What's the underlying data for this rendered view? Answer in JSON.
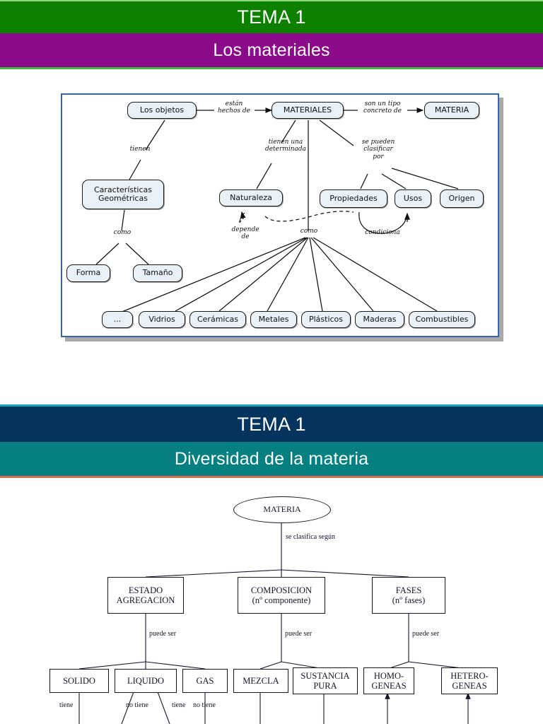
{
  "slide1": {
    "title": "TEMA 1",
    "subtitle": "Los materiales",
    "colors": {
      "title_band": "#0d8000",
      "subtitle_band": "#8b0b8b",
      "rule": "#3fb83f",
      "text": "#ffffff"
    },
    "concept_map": {
      "frame_color": "#3a64a8",
      "node_fill": "#e9f0f6",
      "nodes": [
        {
          "id": "objetos",
          "label": "Los objetos"
        },
        {
          "id": "materiales",
          "label": "MATERIALES"
        },
        {
          "id": "materia",
          "label": "MATERIA"
        },
        {
          "id": "caracteristicas",
          "label": "Características\nGeométricas"
        },
        {
          "id": "naturaleza",
          "label": "Naturaleza"
        },
        {
          "id": "propiedades",
          "label": "Propiedades"
        },
        {
          "id": "usos",
          "label": "Usos"
        },
        {
          "id": "origen",
          "label": "Origen"
        },
        {
          "id": "forma",
          "label": "Forma"
        },
        {
          "id": "tamano",
          "label": "Tamaño"
        },
        {
          "id": "puntos",
          "label": "..."
        },
        {
          "id": "vidrios",
          "label": "Vidrios"
        },
        {
          "id": "ceramicas",
          "label": "Cerámicas"
        },
        {
          "id": "metales",
          "label": "Metales"
        },
        {
          "id": "plasticos",
          "label": "Plásticos"
        },
        {
          "id": "maderas",
          "label": "Maderas"
        },
        {
          "id": "combustibles",
          "label": "Combustibles"
        }
      ],
      "link_labels": [
        {
          "id": "estan-hechos-de",
          "text": "están\nhechos de"
        },
        {
          "id": "son-un-tipo",
          "text": "son un tipo\nconcreto de"
        },
        {
          "id": "tienen",
          "text": "tienen"
        },
        {
          "id": "tienen-una",
          "text": "tienen una\ndeterminada"
        },
        {
          "id": "se-pueden",
          "text": "se pueden\nclasificar\npor"
        },
        {
          "id": "como-geom",
          "text": "como"
        },
        {
          "id": "depende-de",
          "text": "depende\nde"
        },
        {
          "id": "como-mat",
          "text": "como"
        },
        {
          "id": "condiciona",
          "text": "condiciona"
        }
      ]
    }
  },
  "slide2": {
    "title": "TEMA 1",
    "subtitle": "Diversidad de la materia",
    "colors": {
      "title_band": "#05355f",
      "subtitle_band": "#068080",
      "top_rule": "#1aa6b7",
      "bottom_rule": "#d9694f",
      "text": "#ffffff"
    },
    "tree": {
      "root": "MATERIA",
      "root_link": "se clasifica según",
      "branches": [
        {
          "id": "estado",
          "label": "ESTADO\nAGREGACION",
          "link": "puede ser"
        },
        {
          "id": "composicion",
          "label": "COMPOSICION\n(nº componente)",
          "link": "puede ser"
        },
        {
          "id": "fases",
          "label": "FASES\n(nº fases)",
          "link": "puede ser"
        }
      ],
      "leaves": [
        {
          "id": "solido",
          "label": "SOLIDO"
        },
        {
          "id": "liquido",
          "label": "LIQUIDO"
        },
        {
          "id": "gas",
          "label": "GAS"
        },
        {
          "id": "mezcla",
          "label": "MEZCLA"
        },
        {
          "id": "sustancia-pura",
          "label": "SUSTANCIA\nPURA"
        },
        {
          "id": "homogeneas",
          "label": "HOMO-\nGENEAS"
        },
        {
          "id": "heterogeneas",
          "label": "HETERO-\nGENEAS"
        }
      ],
      "leaf_links": [
        {
          "id": "tiene-solido",
          "text": "tiene"
        },
        {
          "id": "no-tiene-liquido",
          "text": "no tiene"
        },
        {
          "id": "tiene-liquido",
          "text": "tiene"
        },
        {
          "id": "no-tiene-gas",
          "text": "no tiene"
        }
      ]
    }
  }
}
